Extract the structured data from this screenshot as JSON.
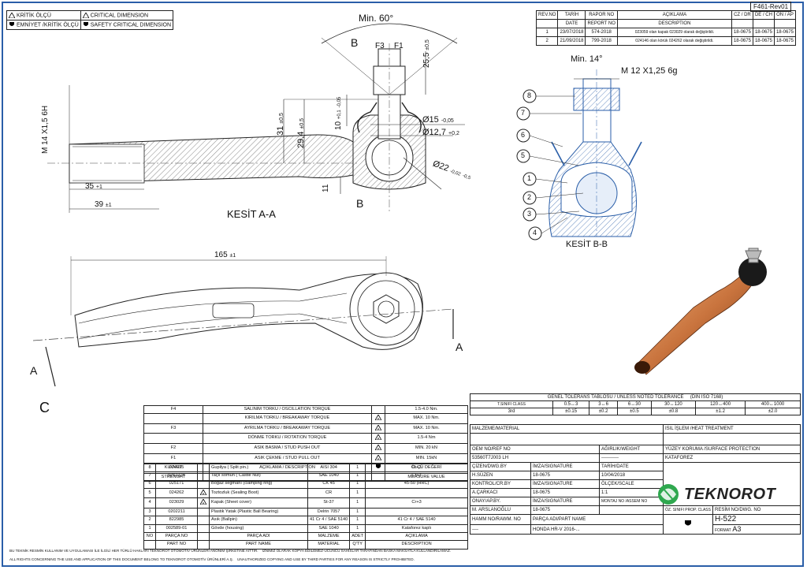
{
  "doc_code": "F461-Rev01",
  "legend": [
    {
      "symbol": "A",
      "text": "KRİTİK ÖLÇÜ",
      "symbol2": "A",
      "text2": "CRITICAL DIMENSION"
    },
    {
      "symbol": "shield",
      "text": "EMNİYET /KRİTİK ÖLÇÜ",
      "symbol2": "shield",
      "text2": "SAFETY CRITICAL DIMENSION"
    }
  ],
  "revision": {
    "headers_tr": [
      "REV.NO",
      "TARİH",
      "RAPOR NO",
      "AÇIKLAMA",
      "CZ / DR",
      "DE / CH",
      "ON / AP"
    ],
    "headers_en": [
      "",
      "DATE",
      "REPORT NO",
      "DESCRIPTION",
      "",
      "",
      ""
    ],
    "rows": [
      [
        "1",
        "23/07/2018",
        "574-2018",
        "023059 olan kapak 023029 olarak değiştirildi.",
        "18-0675",
        "18-0675",
        "18-0675"
      ],
      [
        "2",
        "21/09/2018",
        "799-2018",
        "024146 olan körük 024262 olarak değiştirildi.",
        "18-0675",
        "18-0675",
        "18-0675"
      ]
    ]
  },
  "drawing_labels": {
    "min60": "Min. 60°",
    "b_top": "B",
    "f3": "F3",
    "f1": "F1",
    "dim_255": "25,5",
    "dim_255_tol": "±0,5",
    "dim_10": "10",
    "dim_01": "+0,1",
    "dim_005": "-0,05",
    "dim_31": "31",
    "dim_31_tol": "±0,5",
    "dim_294": "29,4",
    "dim_294_tol": "±0,5",
    "dia15": "Ø15",
    "dia15_tol": "-0,05",
    "dia127": "Ø12,7",
    "dia127_tol": "+0,2",
    "dia22": "Ø22",
    "dia22_tol1": "-0,02",
    "dia22_tol2": "-0,5",
    "dim_11": "11",
    "thread": "M 14 X1,5 6H",
    "dim35": "35",
    "dim35_tol": "+1",
    "dim39": "39",
    "dim39_tol": "±1",
    "b_bottom": "B",
    "section_aa": "KESİT A-A",
    "min14": "Min. 14°",
    "thread2": "M 12 X1,25 6g",
    "section_bb": "KESİT B-B",
    "dim165": "165",
    "dim165_tol": "±1",
    "a_left": "A",
    "a_right": "A",
    "c_label": "C",
    "balloons": [
      "8",
      "7",
      "6",
      "5",
      "1",
      "2",
      "3",
      "4"
    ]
  },
  "forces": {
    "rows": [
      [
        "F4",
        "SALINIM TORKU / OSCILLATION TORQUE",
        "",
        "1.5-4.0 Nm."
      ],
      [
        "",
        "KIRILMA TORKU / BREAKAWAY TORQUE",
        "A",
        "MAX. 10 Nm."
      ],
      [
        "F3",
        "AYRILMA TORKU / BREAKAWAY TORQUE",
        "A",
        "MAX. 10 Nm."
      ],
      [
        "",
        "DÖNME TORKU / ROTATION TORQUE",
        "A",
        "1.5-4 Nm"
      ],
      [
        "F2",
        "ASIK BASMA / STUD PUSH OUT",
        "A",
        "MIN. 20 kN"
      ],
      [
        "F1",
        "ASIK ÇEKME / STUD PULL OUT",
        "A",
        "MIN. 15kN"
      ],
      [
        "KUVVET",
        "AÇIKLAMA / DESCRIPTION",
        "shield",
        "ÖLÇÜ DEĞERİ"
      ],
      [
        "STRENGHT",
        "",
        "",
        "MEASURE VALUE"
      ]
    ]
  },
  "bom": {
    "rows": [
      [
        "8",
        "034095",
        "",
        "Gupilya ( Split pin.)",
        "AISI 304",
        "1",
        "Cr+3"
      ],
      [
        "7",
        "0261224",
        "",
        "Taçlı somun ( Castle Nut)",
        "SAE 1040",
        "1",
        "Cr+3"
      ],
      [
        "6",
        "025171",
        "",
        "Boğaz segmanı (clamping ring)",
        "CK 45",
        "1",
        "45-50 (HRC)"
      ],
      [
        "5",
        "024262",
        "A",
        "Toztozluk (Sealing Boot)",
        "CR",
        "1",
        ""
      ],
      [
        "4",
        "023029",
        "A",
        "Kapak (Sheet cover)",
        "St-37",
        "1",
        "Cr+3"
      ],
      [
        "3",
        "0202211",
        "",
        "Plastik Yatak (Plastic Ball Bearing)",
        "Delrin 7057",
        "1",
        ""
      ],
      [
        "2",
        "822985",
        "",
        "Asık (Ballpin)",
        "41 Cr 4 / SAE 5140",
        "1",
        "41 Cr 4 / SAE 5140"
      ],
      [
        "1",
        "002589-01",
        "",
        "Gövde (housing)",
        "SAE 1040",
        "1",
        "Kataforez kaplı"
      ],
      [
        "NO",
        "PARÇA NO",
        "",
        "PARÇA ADI",
        "MALZEME",
        "ADET",
        "AÇIKLAMA"
      ],
      [
        "",
        "PART NO",
        "",
        "PART NAME",
        "MATERIAL",
        "Q'TY",
        "DESCRIPTION"
      ]
    ]
  },
  "tolerance": {
    "title": "GENEL TOLERANS TABLOSU / UNLESS NOTED TOLERANCE",
    "standard": "(DIN ISO 7168)",
    "class_label": "T.SINIFI CLASS",
    "class_value": "3rd",
    "ranges": [
      "0.5↔3",
      "3↔6",
      "6↔30",
      "30↔120",
      "120↔400",
      "400↔1000"
    ],
    "values": [
      "±0.15",
      "±0.2",
      "±0.5",
      "±0.8",
      "±1.2",
      "±2.0"
    ]
  },
  "title_block": {
    "material_label": "MALZEME/MATERIAL",
    "heat_label": "ISIL İŞLEM /HEAT TREATMENT",
    "oem_label": "OEM NO/REF NO",
    "weight_label": "AĞIRLIK/WEIGHT",
    "surface_label": "YÜZEY KORUMA /SURFACE PROTECTION",
    "oem_value": "53560T7J003 LH",
    "weight_value": "-----------",
    "surface_value": "KATAFOREZ",
    "drawn_label": "ÇİZEN/DWG.BY",
    "sign_label": "İMZA/SIGNATURE",
    "date_label": "TARİH/DATE",
    "drawn_by": "H.SÜZEN",
    "drawn_sign": "18-0675",
    "drawn_date": "10/04/2018",
    "check_label": "KONTROL/CR.BY",
    "scale_label": "ÖLÇEK/SCALE",
    "check_by": "A.ÇARKACI",
    "check_sign": "18-0675",
    "scale_value": "1:1",
    "appr_label": "ONAY/AP.BY.",
    "assembly_label": "MONTAJ NO /ASSEM NO",
    "appr_by": "M. ARSLANOĞLU",
    "appr_sign": "18-0675",
    "class_label": "ÖZ. SINIFI PROP. CLASS",
    "drawing_no_label": "RESİM NO/DWG. NO",
    "drawing_no": "H-522",
    "raw_label": "HAMM NO/RAWM. NO",
    "part_name_label": "PARÇA ADI/PART NAME",
    "raw_value": "----",
    "part_name": "HONDA HR-V 2016-...",
    "format_label": "FORMAT",
    "format_value": "A3"
  },
  "brand": "TEKNOROT",
  "footer": {
    "line1_tr": "BU TEKNİK RESMİN KULLANIM VE UYGULAMASI İLE İLGİLİ HER TÜRLÜ HAKLARI TEKNOROT OTOMOTİV ÜRÜNLERİ ANONİM ŞİRKETİNE AİTTİR.",
    "line1_tr2": "İZNİMİZ OLARAK KOPYA EDİLEMEZ-UCUNCU SAHISLAR TARAFINDAN BASKA MAKSATLA KULLANDIRILAMAZ.",
    "line2_en": "ALL RIGHTS CONCERNING THE USE AND APPLICATION OF THIS DOCUMENT BELONG TO TEKNOROT OTOMOTİV ÜRÜNLERİ A.Ş.",
    "line2_en2": "UNAUTHORIZED COPYING AND USE BY THIRD PARTIES FOR ANY REASON IS STRICTLY PROHIBITED."
  }
}
